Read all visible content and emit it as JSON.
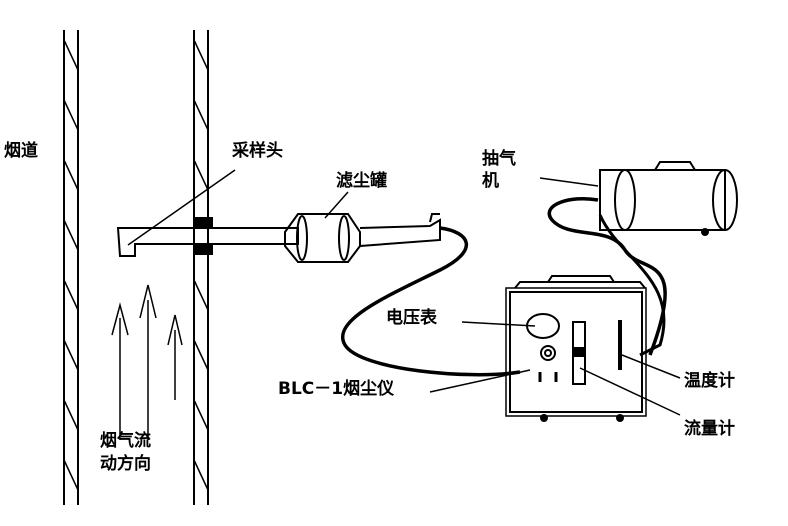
{
  "labels": {
    "flue": "烟道",
    "sampling_head": "采样头",
    "filter_canister": "滤尘罐",
    "pump_line1": "抽气",
    "pump_line2": "机",
    "voltmeter": "电压表",
    "instrument": "BLC－1烟尘仪",
    "thermometer": "温度计",
    "flowmeter": "流量计",
    "flow_dir_line1": "烟气流",
    "flow_dir_line2": "动方向"
  },
  "colors": {
    "ink": "#000000",
    "background": "#ffffff"
  }
}
